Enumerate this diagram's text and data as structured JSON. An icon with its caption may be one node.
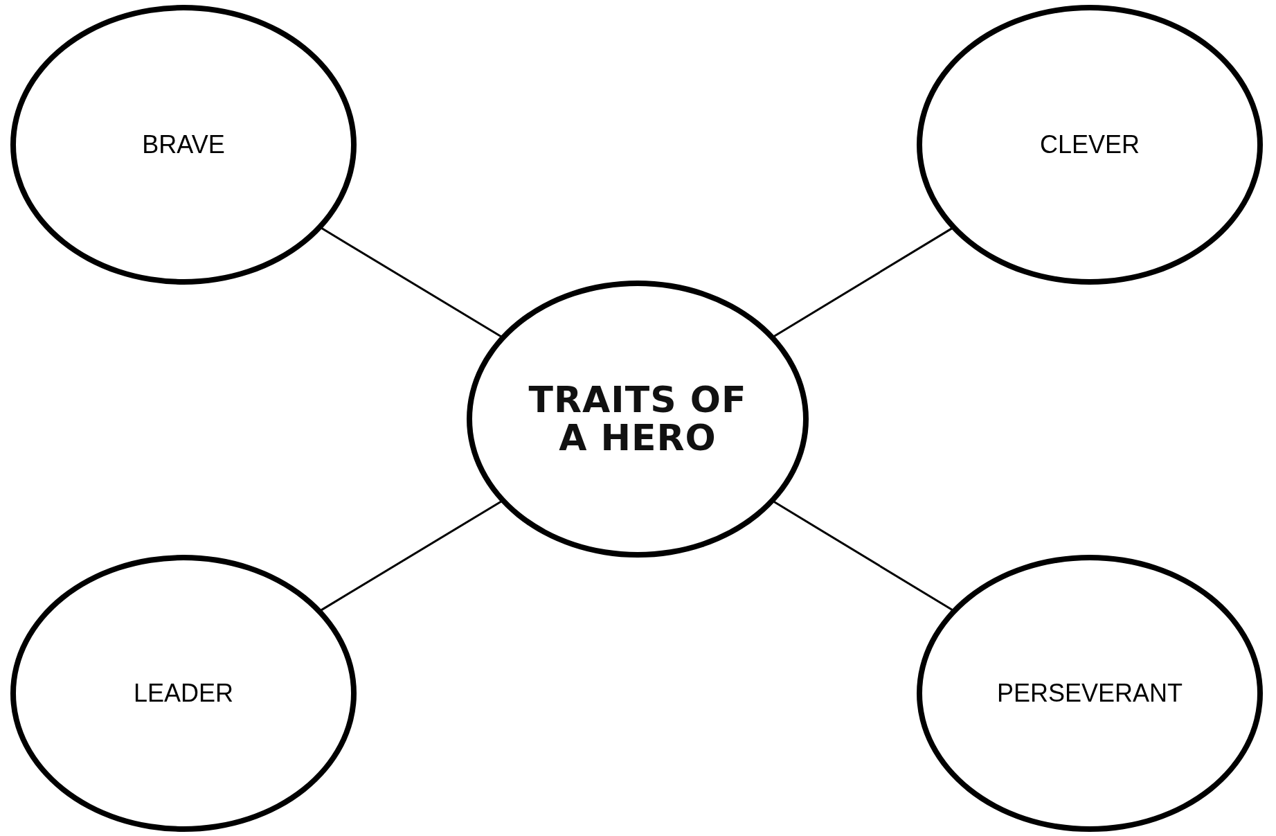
{
  "diagram": {
    "nodes": [
      {
        "text": [
          "BRAVE"
        ]
      },
      {
        "text": [
          "CLEVER"
        ]
      },
      {
        "text": [
          "TRAITS OF A HERO"
        ]
      },
      {
        "text": [
          "LEADER"
        ]
      },
      {
        "text": [
          "PERSEVERANT"
        ]
      }
    ],
    "edges": [
      {
        "from": 2,
        "to": 0,
        "arrow": "none"
      },
      {
        "from": 2,
        "to": 1,
        "arrow": "none"
      },
      {
        "from": 2,
        "to": 3,
        "arrow": "none"
      },
      {
        "from": 2,
        "to": 4,
        "arrow": "none"
      }
    ]
  }
}
